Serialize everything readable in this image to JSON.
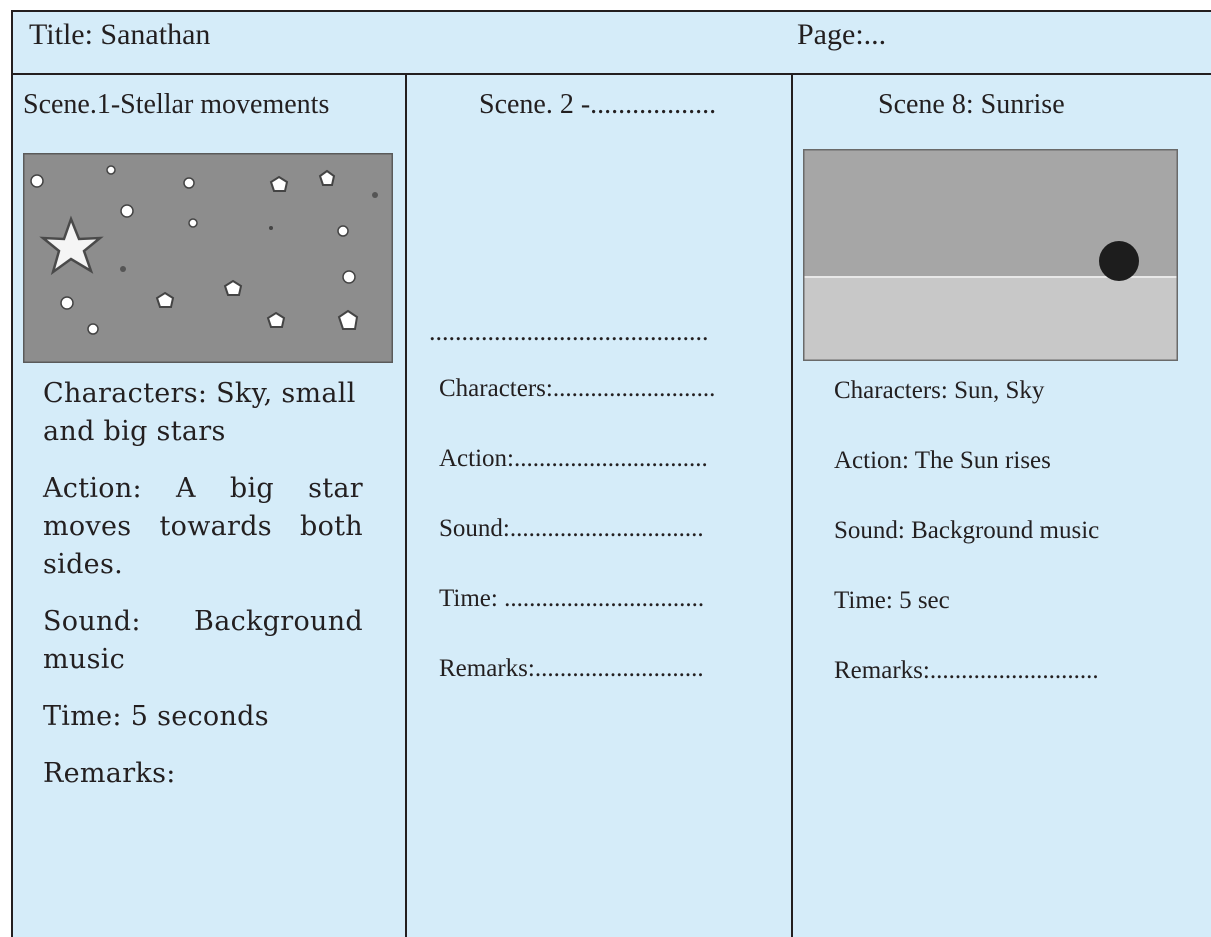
{
  "header": {
    "title": "Title: Sanathan",
    "page": "Page:..."
  },
  "scenes": [
    {
      "heading": "Scene.1-Stellar movements",
      "characters": "Characters: Sky, small and big stars",
      "action": "Action: A big star moves towards both sides.",
      "sound": "Sound: Background music",
      "time": "Time: 5 seconds",
      "remarks": "Remarks:"
    },
    {
      "heading": "Scene. 2 -..................",
      "blank": "...........................................",
      "characters": "Characters:..........................",
      "action": "Action:...............................",
      "sound": "Sound:...............................",
      "time": "Time: ................................",
      "remarks": "Remarks:..........................."
    },
    {
      "heading": "Scene 8: Sunrise",
      "characters": "Characters: Sun, Sky",
      "action": "Action: The Sun rises",
      "sound": "Sound: Background music",
      "time": "Time: 5 sec",
      "remarks": "Remarks:..........................."
    }
  ],
  "colors": {
    "panel_background": "#d5ecf9",
    "border": "#231f20",
    "night_sky": "#8d8d8d",
    "day_sky": "#a6a6a6",
    "ground": "#c8c8c8",
    "sun": "#1d1d1d"
  }
}
